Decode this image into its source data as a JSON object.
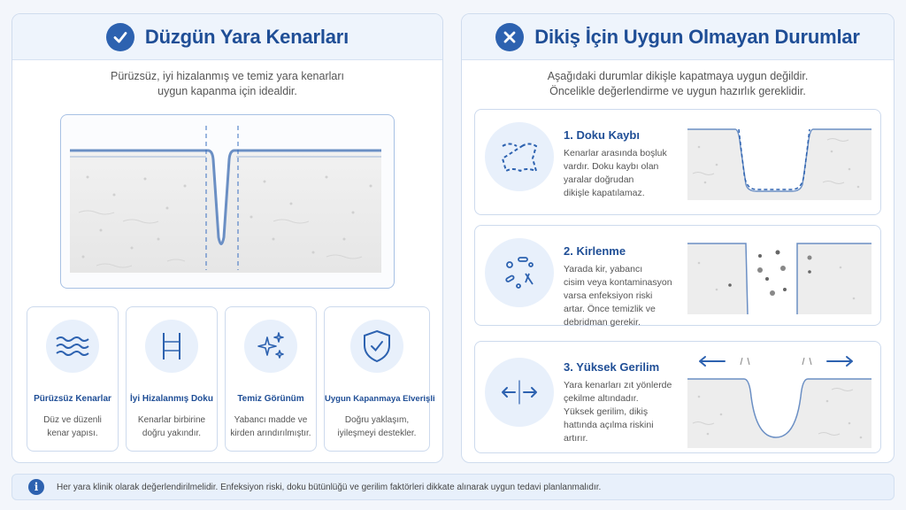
{
  "left": {
    "title": "Düzgün Yara Kenarları",
    "subtitle": [
      "Pürüzsüz, iyi hizalanmış ve temiz yara kenarları",
      "uygun kapanma için idealdir."
    ],
    "features": [
      {
        "title": "Pürüzsüz Kenarlar",
        "desc": [
          "Düz ve düzenli",
          "kenar yapısı."
        ],
        "icon": "waves-icon"
      },
      {
        "title": "İyi Hizalanmış Doku",
        "desc": [
          "Kenarlar birbirine",
          "doğru yakındır."
        ],
        "icon": "alignment-icon"
      },
      {
        "title": "Temiz Görünüm",
        "desc": [
          "Yabancı madde ve",
          "kirden arındırılmıştır."
        ],
        "icon": "sparkle-icon"
      },
      {
        "title": "Uygun Kapanmaya Elverişli",
        "desc": [
          "Doğru yaklaşım,",
          "iyileşmeyi destekler."
        ],
        "icon": "shield-check-icon"
      }
    ]
  },
  "right": {
    "title": "Dikiş İçin Uygun Olmayan Durumlar",
    "subtitle": [
      "Aşağıdaki durumlar dikişle kapatmaya uygun değildir.",
      "Öncelikle değerlendirme ve uygun hazırlık gereklidir."
    ],
    "cards": [
      {
        "title": "1. Doku Kaybı",
        "desc": [
          "Kenarlar arasında boşluk",
          "vardır. Doku kaybı olan",
          "yaralar doğrudan",
          "dikişle kapatılamaz."
        ],
        "icon": "tissue-gap-icon"
      },
      {
        "title": "2. Kirlenme",
        "desc": [
          "Yarada kir, yabancı",
          "cisim veya kontaminasyon",
          "varsa enfeksiyon riski",
          "artar. Önce temizlik ve",
          "debridman gerekir."
        ],
        "icon": "contamination-icon"
      },
      {
        "title": "3. Yüksek Gerilim",
        "desc": [
          "Yara kenarları zıt yönlerde",
          "çekilme altındadır.",
          "Yüksek gerilim, dikiş",
          "hattında açılma riskini",
          "artırır."
        ],
        "icon": "tension-arrows-icon"
      }
    ]
  },
  "footer": {
    "text": "Her yara klinik olarak değerlendirilmelidir. Enfeksiyon riski, doku bütünlüğü ve gerilim faktörleri dikkate alınarak uygun tedavi planlanmalıdır."
  },
  "colors": {
    "accent": "#2d62b0",
    "title": "#1f4e96",
    "panel_border": "#cfdcee",
    "icon_bg": "#e8f0fb"
  }
}
